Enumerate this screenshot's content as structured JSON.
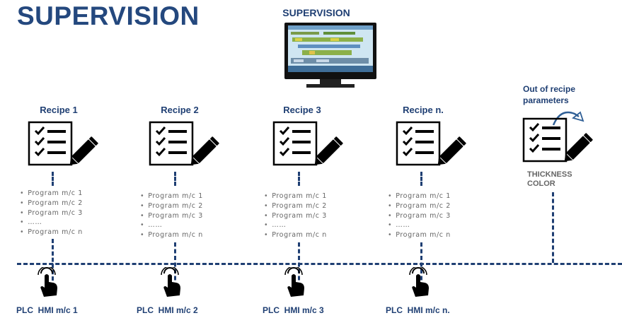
{
  "title": "SUPERVISION",
  "monitor_label": "SUPERVISION",
  "recipes": [
    {
      "title": "Recipe 1",
      "programs": [
        "Program m/c 1",
        "Program m/c 2",
        "Program m/c 3",
        "……",
        "Program m/c n"
      ]
    },
    {
      "title": "Recipe 2",
      "programs": [
        "Program m/c 1",
        "Program m/c 2",
        "Program m/c 3",
        "……",
        "Program m/c n"
      ]
    },
    {
      "title": "Recipe 3",
      "programs": [
        "Program m/c 1",
        "Program m/c 2",
        "Program m/c 3",
        "……",
        "Program m/c n"
      ]
    },
    {
      "title": "Recipe n.",
      "programs": [
        "Program m/c 1",
        "Program m/c 2",
        "Program m/c 3",
        "……",
        "Program m/c n"
      ]
    }
  ],
  "out_of_recipe": {
    "title": "Out of recipe parameters",
    "params": [
      "THICKNESS",
      "COLOR"
    ]
  },
  "plcs": [
    "PLC  HMI m/c 1",
    "PLC  HMI m/c 2",
    "PLC  HMI m/c 3",
    "PLC  HMI m/c n."
  ],
  "colors": {
    "primary": "#24487e",
    "text_gray": "#666666"
  }
}
